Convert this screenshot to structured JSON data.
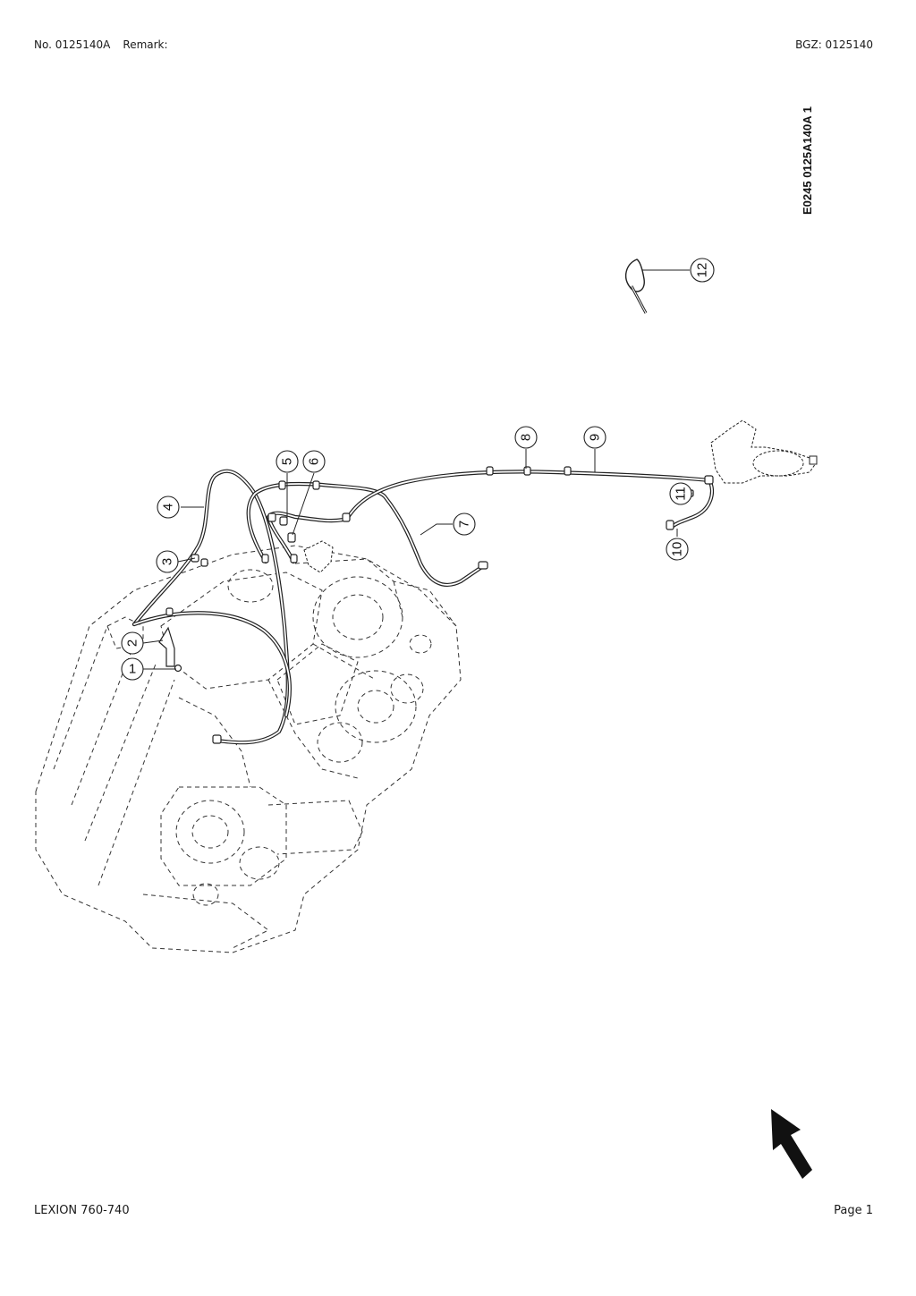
{
  "header": {
    "doc_no": "No. 0125140A",
    "remark": "Remark:",
    "bgz": "BGZ: 0125140"
  },
  "footer": {
    "model": "LEXION 760-740",
    "page": "Page 1"
  },
  "drawing": {
    "reference_code": "E0245 0125A140A 1",
    "callouts": [
      "1",
      "2",
      "3",
      "4",
      "5",
      "6",
      "7",
      "8",
      "9",
      "10",
      "11",
      "12"
    ]
  }
}
